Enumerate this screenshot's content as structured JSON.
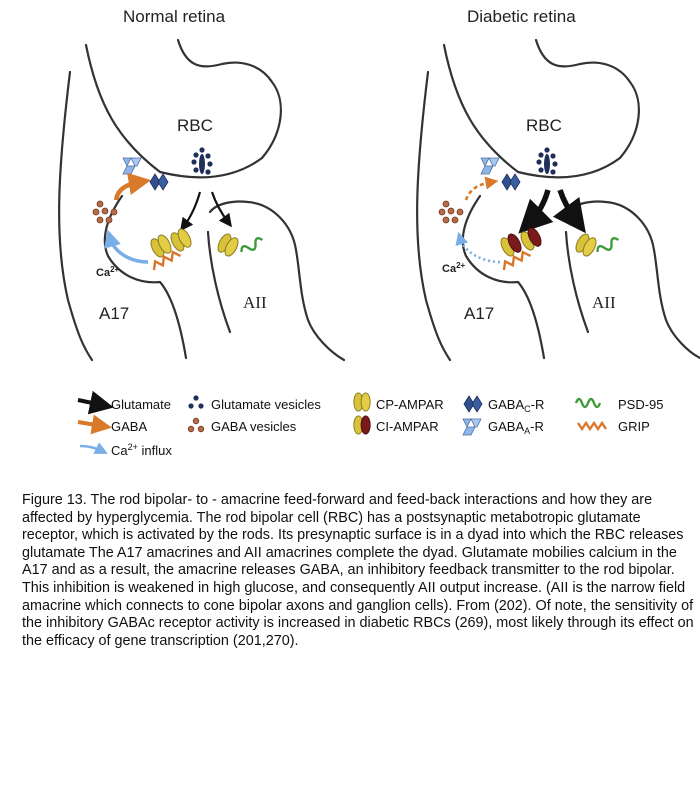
{
  "panels": {
    "normal": {
      "title": "Normal retina",
      "rbc": "RBC",
      "a17": "A17",
      "aii": "AII",
      "ca": "Ca",
      "ca_sup": "2+"
    },
    "diabetic": {
      "title": "Diabetic retina",
      "rbc": "RBC",
      "a17": "A17",
      "aii": "AII",
      "ca": "Ca",
      "ca_sup": "2+"
    }
  },
  "legend": {
    "glutamate": "Glutamate",
    "gaba": "GABA",
    "ca_influx": "Ca",
    "ca_influx_sup": "2+",
    "ca_influx_suffix": " influx",
    "glutamate_vesicles": "Glutamate vesicles",
    "gaba_vesicles": "GABA vesicles",
    "cp_ampar": "CP-AMPAR",
    "ci_ampar": "CI-AMPAR",
    "gabac_pre": "GABA",
    "gabac_sub": "C",
    "gabac_post": "-R",
    "gabaa_pre": "GABA",
    "gabaa_sub": "A",
    "gabaa_post": "-R",
    "psd95": "PSD-95",
    "grip": "GRIP"
  },
  "colors": {
    "glutamate_arrow": "#111111",
    "gaba_arrow": "#d97a2b",
    "ca_arrow": "#7aaee6",
    "glutamate_vesicle": "#1f2f5a",
    "gaba_vesicle": "#9a5a3c",
    "cp_ampar": "#d8c23a",
    "ci_ampar": "#7a1a1a",
    "gabac": "#2f4f8f",
    "gabaa": "#8fb6e8",
    "psd95": "#3f9a3a",
    "grip": "#d9762b"
  },
  "icons": [
    "glutamate-arrow-icon",
    "gaba-arrow-icon",
    "ca-influx-arrow-icon",
    "glutamate-vesicles-icon",
    "gaba-vesicles-icon",
    "cp-ampar-icon",
    "ci-ampar-icon",
    "gabac-receptor-icon",
    "gabaa-receptor-icon",
    "psd95-icon",
    "grip-icon"
  ],
  "caption": "Figure 13. The rod bipolar- to - amacrine  feed-forward and feed-back interactions and how they are affected by hyperglycemia.  The  rod bipolar cell (RBC)  has a postsynaptic metabotropic glutamate receptor, which is activated by the rods. Its presynaptic surface is in a dyad into  which the RBC releases glutamate  The A17 amacrines and AII  amacrines complete the dyad.   Glutamate mobilies calcium in the A17 and as a result, the amacrine releases GABA, an inhibitory feedback transmitter to the rod bipolar.  This inhibition is weakened in high glucose, and consequently AII output increase. (AII is the narrow field amacrine which connects to cone bipolar axons and ganglion cells).  From (202). Of note, the sensitivity of the inhibitory GABAc receptor activity is increased in diabetic RBCs (269), most likely through its effect on the efficacy of gene transcription (201,270)."
}
